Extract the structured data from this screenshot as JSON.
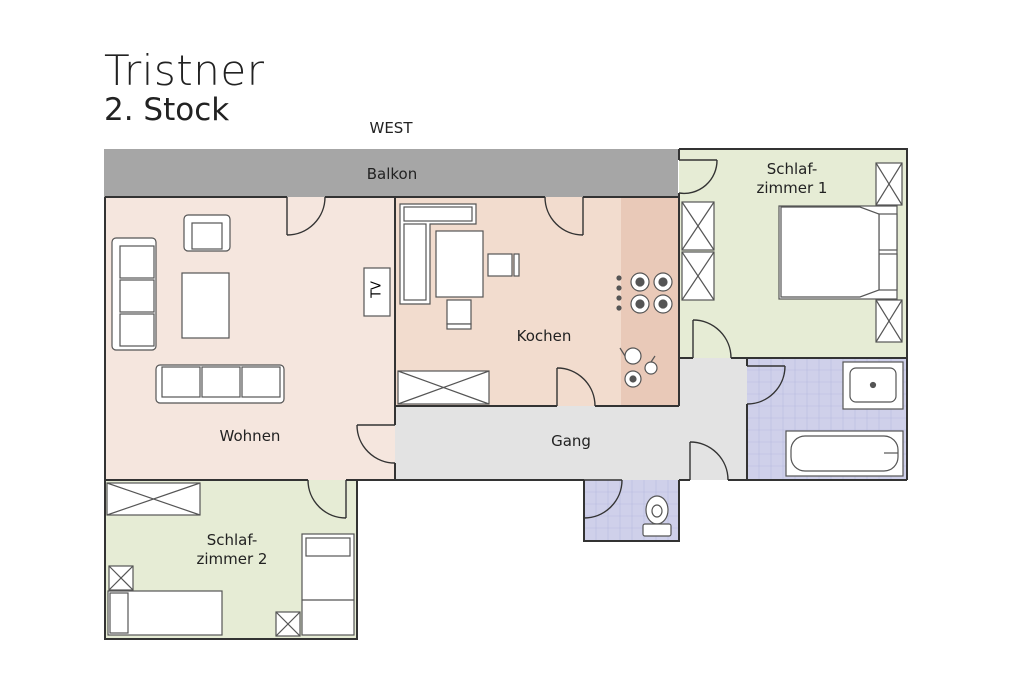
{
  "header": {
    "title": "Tristner",
    "subtitle": "2. Stock"
  },
  "orientation": "WEST",
  "rooms": {
    "balkon": "Balkon",
    "wohnen": "Wohnen",
    "kochen": "Kochen",
    "gang": "Gang",
    "schlaf1_line1": "Schlaf-",
    "schlaf1_line2": "zimmer 1",
    "schlaf2_line1": "Schlaf-",
    "schlaf2_line2": "zimmer 2"
  },
  "furniture": {
    "tv": "TV"
  },
  "colors": {
    "balkon": "#a6a6a6",
    "wohnen": "#f5e6de",
    "kochen": "#f2dcce",
    "kitchen_counter": "#e9c9b8",
    "gang": "#e3e3e3",
    "schlafzimmer": "#e6ecd5",
    "bad": "#cfd0ea",
    "wall": "#333333"
  }
}
